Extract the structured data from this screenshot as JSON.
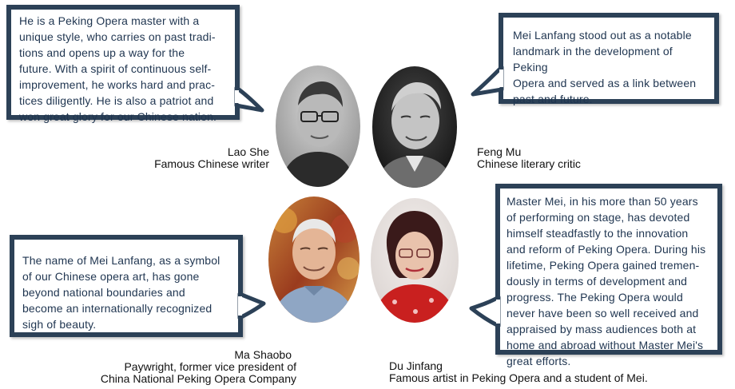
{
  "quotes": {
    "lao_she": "He is a Peking Opera master with a\nunique style, who carries on past tradi-\ntions and opens up a way for the\nfuture. With a spirit of continuous self-\nimprovement, he works hard and prac-\ntices diligently. He is also a patriot and\nwon great glory for our Chinese nation.",
    "feng_mu": "Mei Lanfang stood out as a notable\nlandmark in the development of Peking\nOpera and served as a link between\npast and future.",
    "ma_shaobo": "The name of Mei Lanfang, as a symbol\nof our Chinese opera art, has gone\nbeyond national boundaries and\nbecome an internationally recognized\nsigh of beauty.",
    "du_jinfang": "Master Mei, in his more than 50 years\nof performing on stage, has devoted\nhimself steadfastly to the innovation\nand reform of Peking Opera. During his\nlifetime, Peking Opera gained tremen-\ndously in terms of development and\nprogress. The Peking Opera would\nnever have been so well received and\nappraised by mass audiences both at\nhome and abroad without Master Mei's\ngreat efforts."
  },
  "people": {
    "lao_she": {
      "name": "Lao She",
      "title": "Famous Chinese writer"
    },
    "feng_mu": {
      "name": "Feng Mu",
      "title": "Chinese literary critic"
    },
    "ma_shaobo": {
      "name": "Ma Shaobo",
      "title_line1": "Paywright, former vice president of",
      "title_line2": "China National Peking Opera Company"
    },
    "du_jinfang": {
      "name": "Du Jinfang",
      "title": "Famous artist in Peking Opera and  a student of Mei."
    }
  },
  "colors": {
    "bubble_border": "#2c4157",
    "quote_text": "#1f3550",
    "caption_text": "#111111"
  }
}
